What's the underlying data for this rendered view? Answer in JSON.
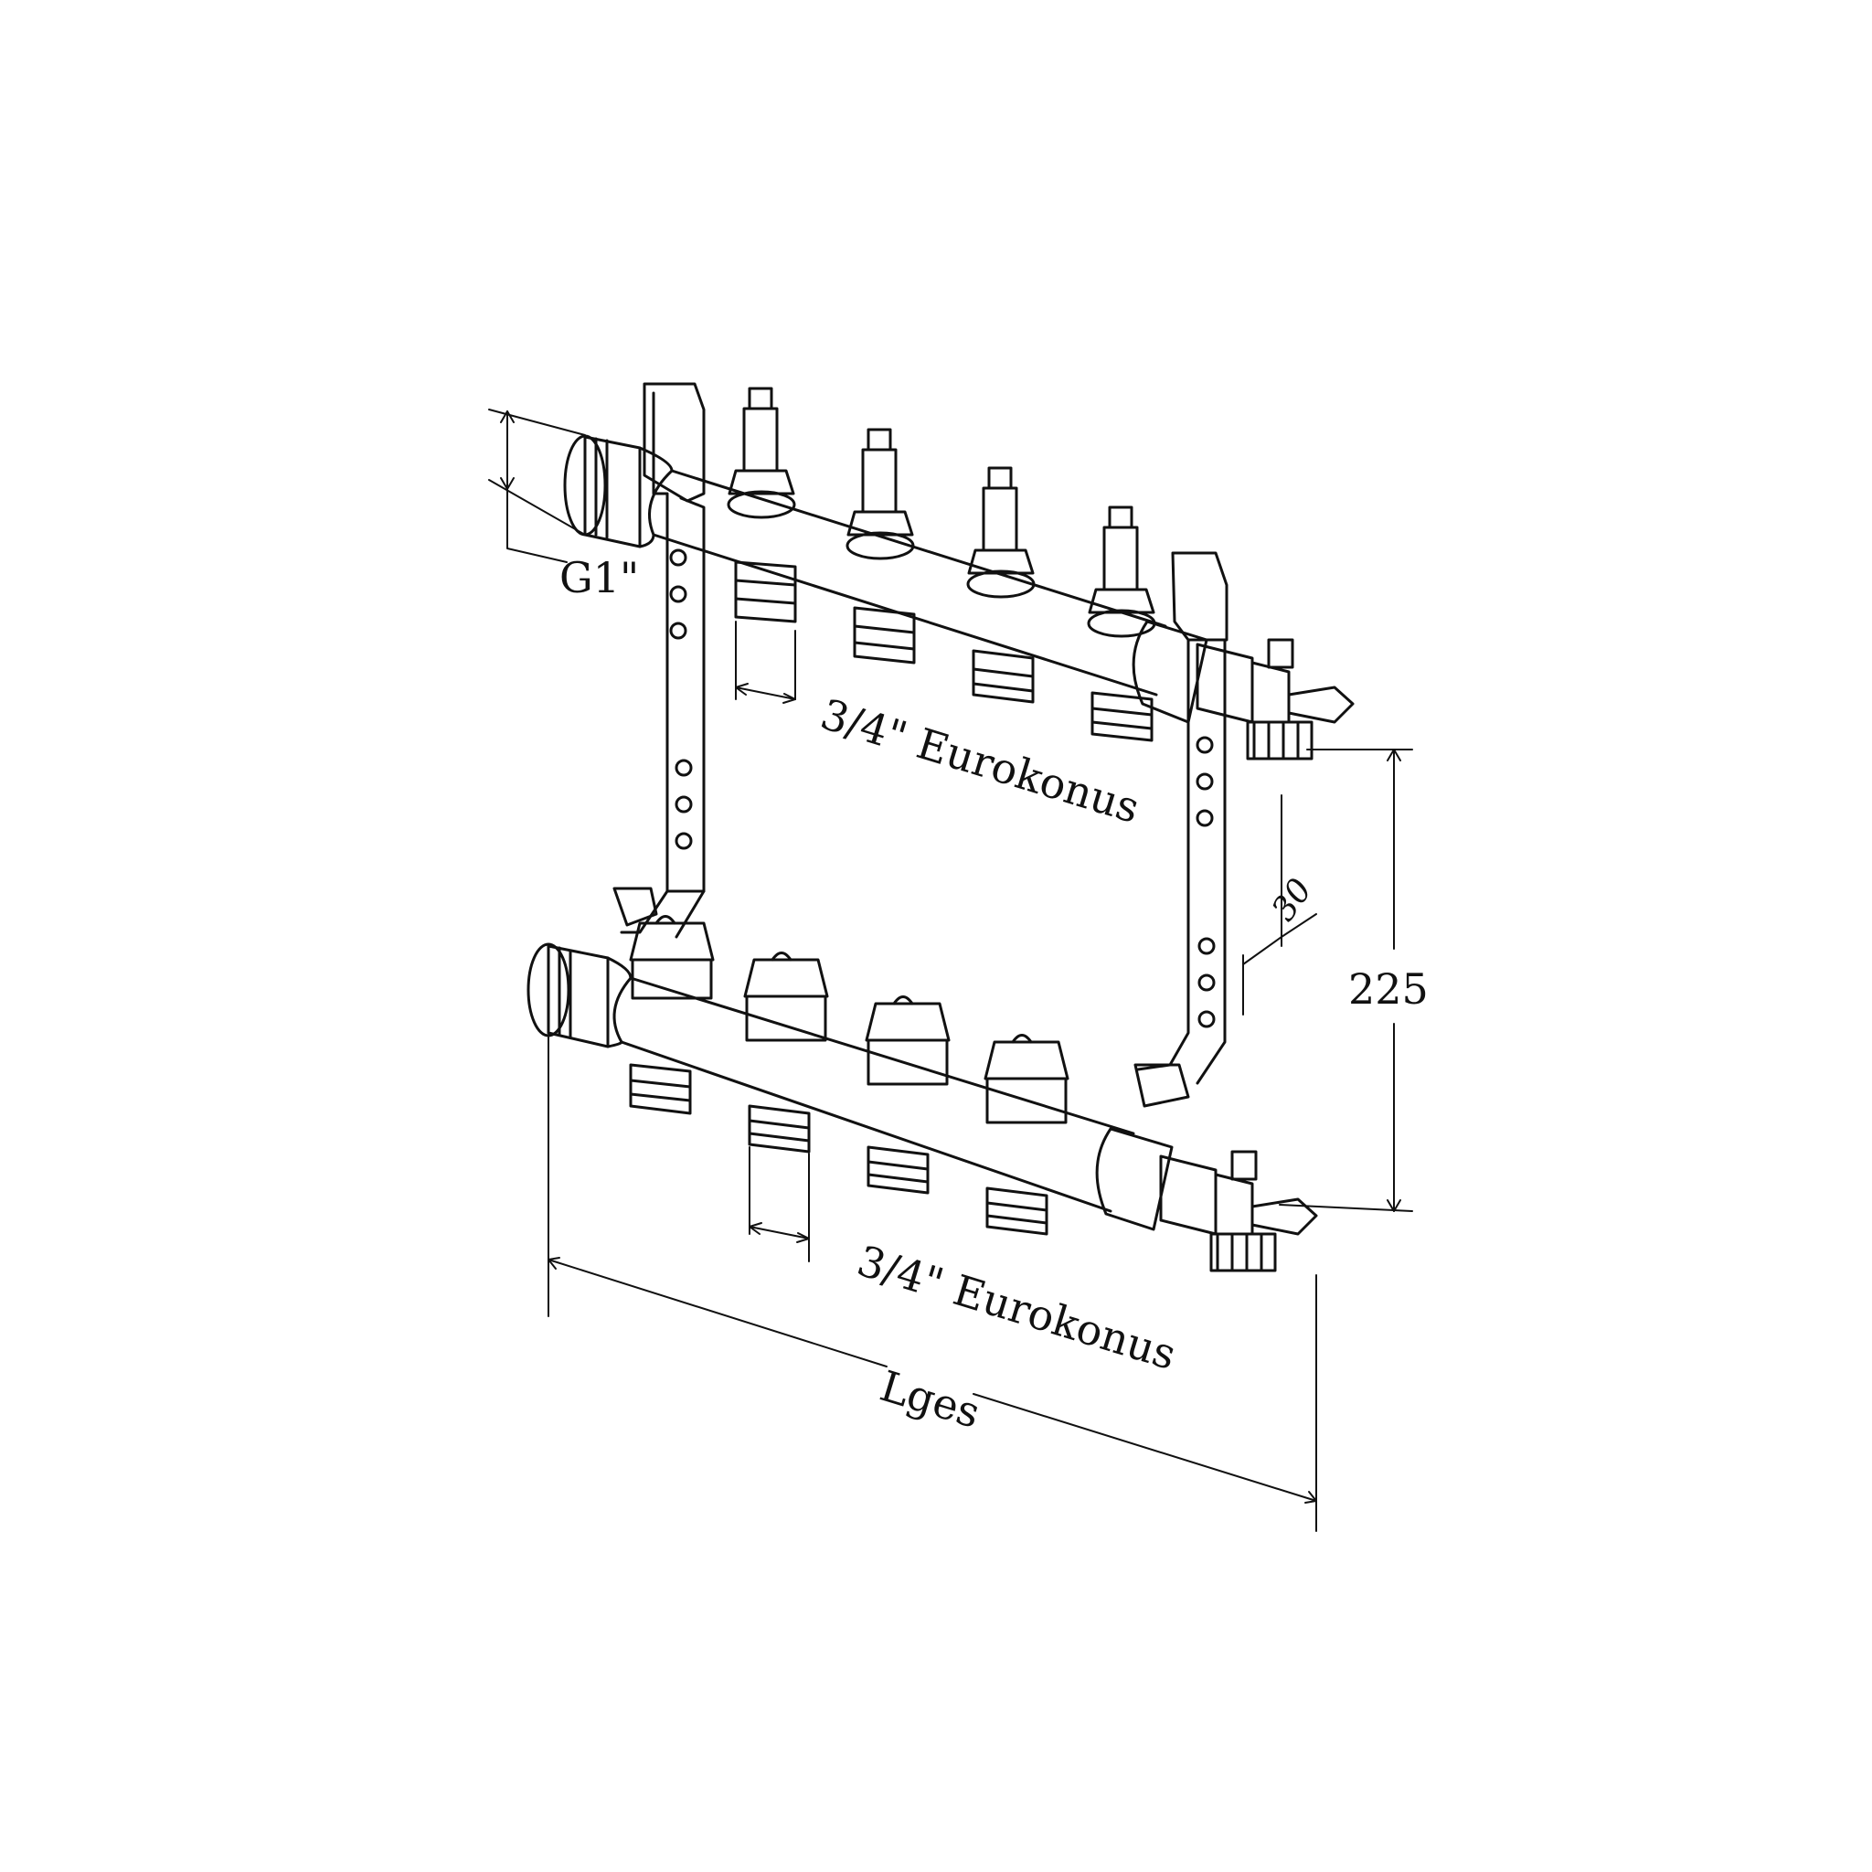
{
  "drawing": {
    "title": "",
    "stroke_color": "#111111",
    "background": "#ffffff",
    "labels": {
      "inlet_thread": "G1\"",
      "outlet_top": "3/4\" Eurokonus",
      "outlet_bottom": "3/4\" Eurokonus",
      "total_length": "Lges",
      "offset": "30",
      "height": "225"
    },
    "components": {
      "top_bar": {
        "outlets": 4,
        "flow_meters": 4
      },
      "bottom_bar": {
        "outlets": 4,
        "valve_caps": 4
      },
      "end_valves": 2,
      "mounting_brackets": 2
    }
  }
}
